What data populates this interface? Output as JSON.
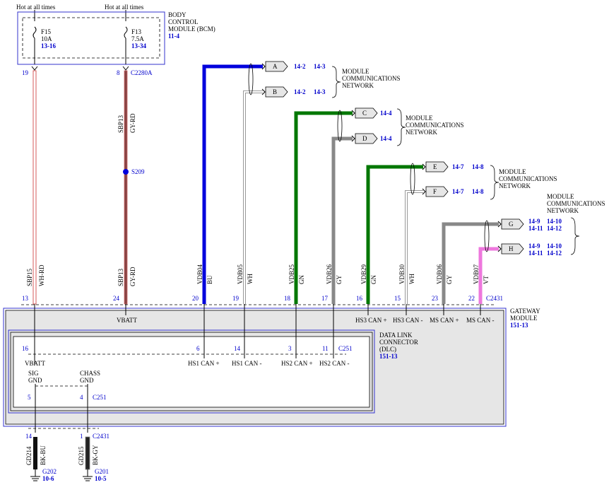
{
  "bcm": {
    "hot_left": "Hot at all times",
    "hot_right": "Hot at all times",
    "fuse1": {
      "name": "F15",
      "rating": "10A",
      "ref": "13-16"
    },
    "fuse2": {
      "name": "F13",
      "rating": "7.5A",
      "ref": "13-34"
    },
    "title_lines": [
      "BODY",
      "CONTROL",
      "MODULE (BCM)"
    ],
    "ref": "11-4",
    "pin_left": "19",
    "pin_right": "8",
    "connector": "C2280A"
  },
  "left_wires": {
    "w1_circuit": "SBP15",
    "w1_color": "WH-RD",
    "w2_circuit_top": "SBP13",
    "w2_color_top": "GY-RD",
    "splice": "S209",
    "w2_circuit_bot": "SBP13",
    "w2_color_bot": "GY-RD"
  },
  "networks": [
    {
      "title_lines": [
        "MODULE",
        "COMMUNICATIONS",
        "NETWORK"
      ]
    },
    {
      "title_lines": [
        "MODULE",
        "COMMUNICATIONS",
        "NETWORK"
      ]
    },
    {
      "title_lines": [
        "MODULE",
        "COMMUNICATIONS",
        "NETWORK"
      ]
    },
    {
      "title_lines": [
        "MODULE",
        "COMMUNICATIONS",
        "NETWORK"
      ]
    }
  ],
  "flags": [
    {
      "letter": "A",
      "refs": [
        "14-2",
        "14-3"
      ]
    },
    {
      "letter": "B",
      "refs": [
        "14-2",
        "14-3"
      ]
    },
    {
      "letter": "C",
      "refs": [
        "14-4"
      ]
    },
    {
      "letter": "D",
      "refs": [
        "14-4"
      ]
    },
    {
      "letter": "E",
      "refs": [
        "14-7",
        "14-8"
      ]
    },
    {
      "letter": "F",
      "refs": [
        "14-7",
        "14-8"
      ]
    },
    {
      "letter": "G",
      "refs": [
        "14-9",
        "14-10",
        "14-11",
        "14-12"
      ]
    },
    {
      "letter": "H",
      "refs": [
        "14-9",
        "14-10",
        "14-11",
        "14-12"
      ]
    }
  ],
  "can_wires": [
    {
      "circuit": "VDB04",
      "color": "BU",
      "pin": "20",
      "wire_color": "#0000dd"
    },
    {
      "circuit": "VDB05",
      "color": "WH",
      "pin": "19",
      "wire_color": "#ffffff"
    },
    {
      "circuit": "VDB25",
      "color": "GN",
      "pin": "18",
      "wire_color": "#007700"
    },
    {
      "circuit": "VDB26",
      "color": "GY",
      "pin": "17",
      "wire_color": "#888888"
    },
    {
      "circuit": "VDB29",
      "color": "GN",
      "pin": "16",
      "wire_color": "#007700"
    },
    {
      "circuit": "VDB30",
      "color": "WH",
      "pin": "15",
      "wire_color": "#ffffff"
    },
    {
      "circuit": "VDB06",
      "color": "GY",
      "pin": "23",
      "wire_color": "#888888"
    },
    {
      "circuit": "VDB07",
      "color": "VT",
      "pin": "22",
      "wire_color": "#ee77dd"
    }
  ],
  "gateway": {
    "pin_sbp15": "13",
    "pin_sbp13": "24",
    "connector": "C2431",
    "vbatt": "VBATT",
    "hs3_plus": "HS3 CAN +",
    "hs3_minus": "HS3 CAN -",
    "ms_plus": "MS CAN +",
    "ms_minus": "MS CAN -",
    "title_lines": [
      "GATEWAY",
      "MODULE"
    ],
    "ref": "151-13"
  },
  "dlc": {
    "title_lines": [
      "DATA LINK",
      "CONNECTOR",
      "(DLC)"
    ],
    "ref": "151-13",
    "pin_vbatt": "16",
    "vbatt": "VBATT",
    "pins": [
      "6",
      "14",
      "3",
      "11"
    ],
    "connector": "C251",
    "labels": [
      "HS1 CAN +",
      "HS1 CAN -",
      "HS2 CAN +",
      "HS2 CAN -"
    ],
    "sig_lines": [
      "SIG",
      "GND"
    ],
    "chass_lines": [
      "CHASS",
      "GND"
    ],
    "pin_sig": "5",
    "pin_chass": "4",
    "connector2": "C251"
  },
  "grounds": {
    "pin1": "14",
    "pin2": "1",
    "connector": "C2431",
    "g1": {
      "circuit": "GD214",
      "color": "BK-BU",
      "name": "G202",
      "ref": "10-6"
    },
    "g2": {
      "circuit": "GD215",
      "color": "BK-GY",
      "name": "G201",
      "ref": "10-5"
    }
  }
}
